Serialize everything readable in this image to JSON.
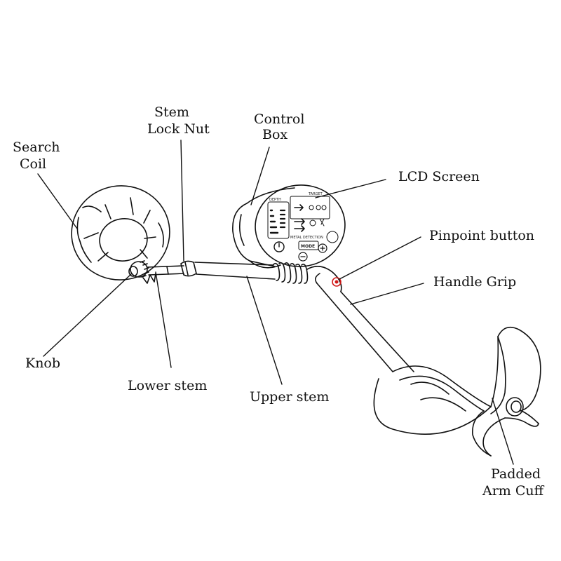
{
  "labels": {
    "search_coil": [
      "Search",
      "Coil"
    ],
    "stem_lock_nut": [
      "Stem",
      "Lock Nut"
    ],
    "control_box": [
      "Control",
      "Box"
    ],
    "lcd_screen": "LCD  Screen",
    "pinpoint_button": "Pinpoint button",
    "handle_grip": "Handle  Grip",
    "knob": "Knob",
    "lower_stem": "Lower stem",
    "upper_stem": "Upper stem",
    "padded_arm_cuff": [
      "Padded",
      "Arm Cuff"
    ]
  },
  "lcd": {
    "depth_label": "DEPTH",
    "target_label": "TARGET",
    "metal_label": "METAL DETECTION",
    "mode_label": "MODE"
  },
  "colors": {
    "line": "#111111",
    "pinpoint": "#d01818"
  }
}
